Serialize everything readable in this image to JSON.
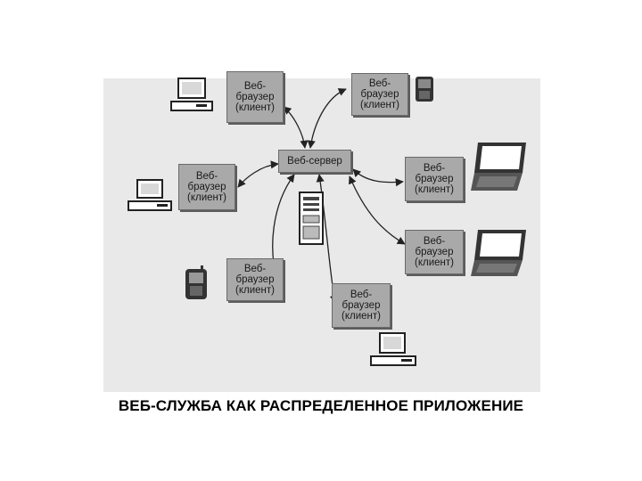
{
  "diagram": {
    "server": {
      "label": "Веб-сервер"
    },
    "clients": [
      {
        "line1": "Веб-",
        "line2": "браузер",
        "line3": "(клиент)"
      },
      {
        "line1": "Веб-",
        "line2": "браузер",
        "line3": "(клиент)"
      },
      {
        "line1": "Веб-",
        "line2": "браузер",
        "line3": "(клиент)"
      },
      {
        "line1": "Веб-",
        "line2": "браузер",
        "line3": "(клиент)"
      },
      {
        "line1": "Веб-",
        "line2": "браузер",
        "line3": "(клиент)"
      },
      {
        "line1": "Веб-",
        "line2": "браузер",
        "line3": "(клиент)"
      },
      {
        "line1": "Веб-",
        "line2": "браузер",
        "line3": "(клиент)"
      }
    ],
    "icons": [
      "desktop-computer-icon",
      "mobile-phone-icon",
      "desktop-computer-icon",
      "laptop-icon",
      "laptop-icon",
      "mobile-phone-icon",
      "desktop-computer-icon",
      "server-tower-icon"
    ]
  },
  "caption": "ВЕБ-СЛУЖБА КАК РАСПРЕДЕЛЕННОЕ ПРИЛОЖЕНИЕ"
}
